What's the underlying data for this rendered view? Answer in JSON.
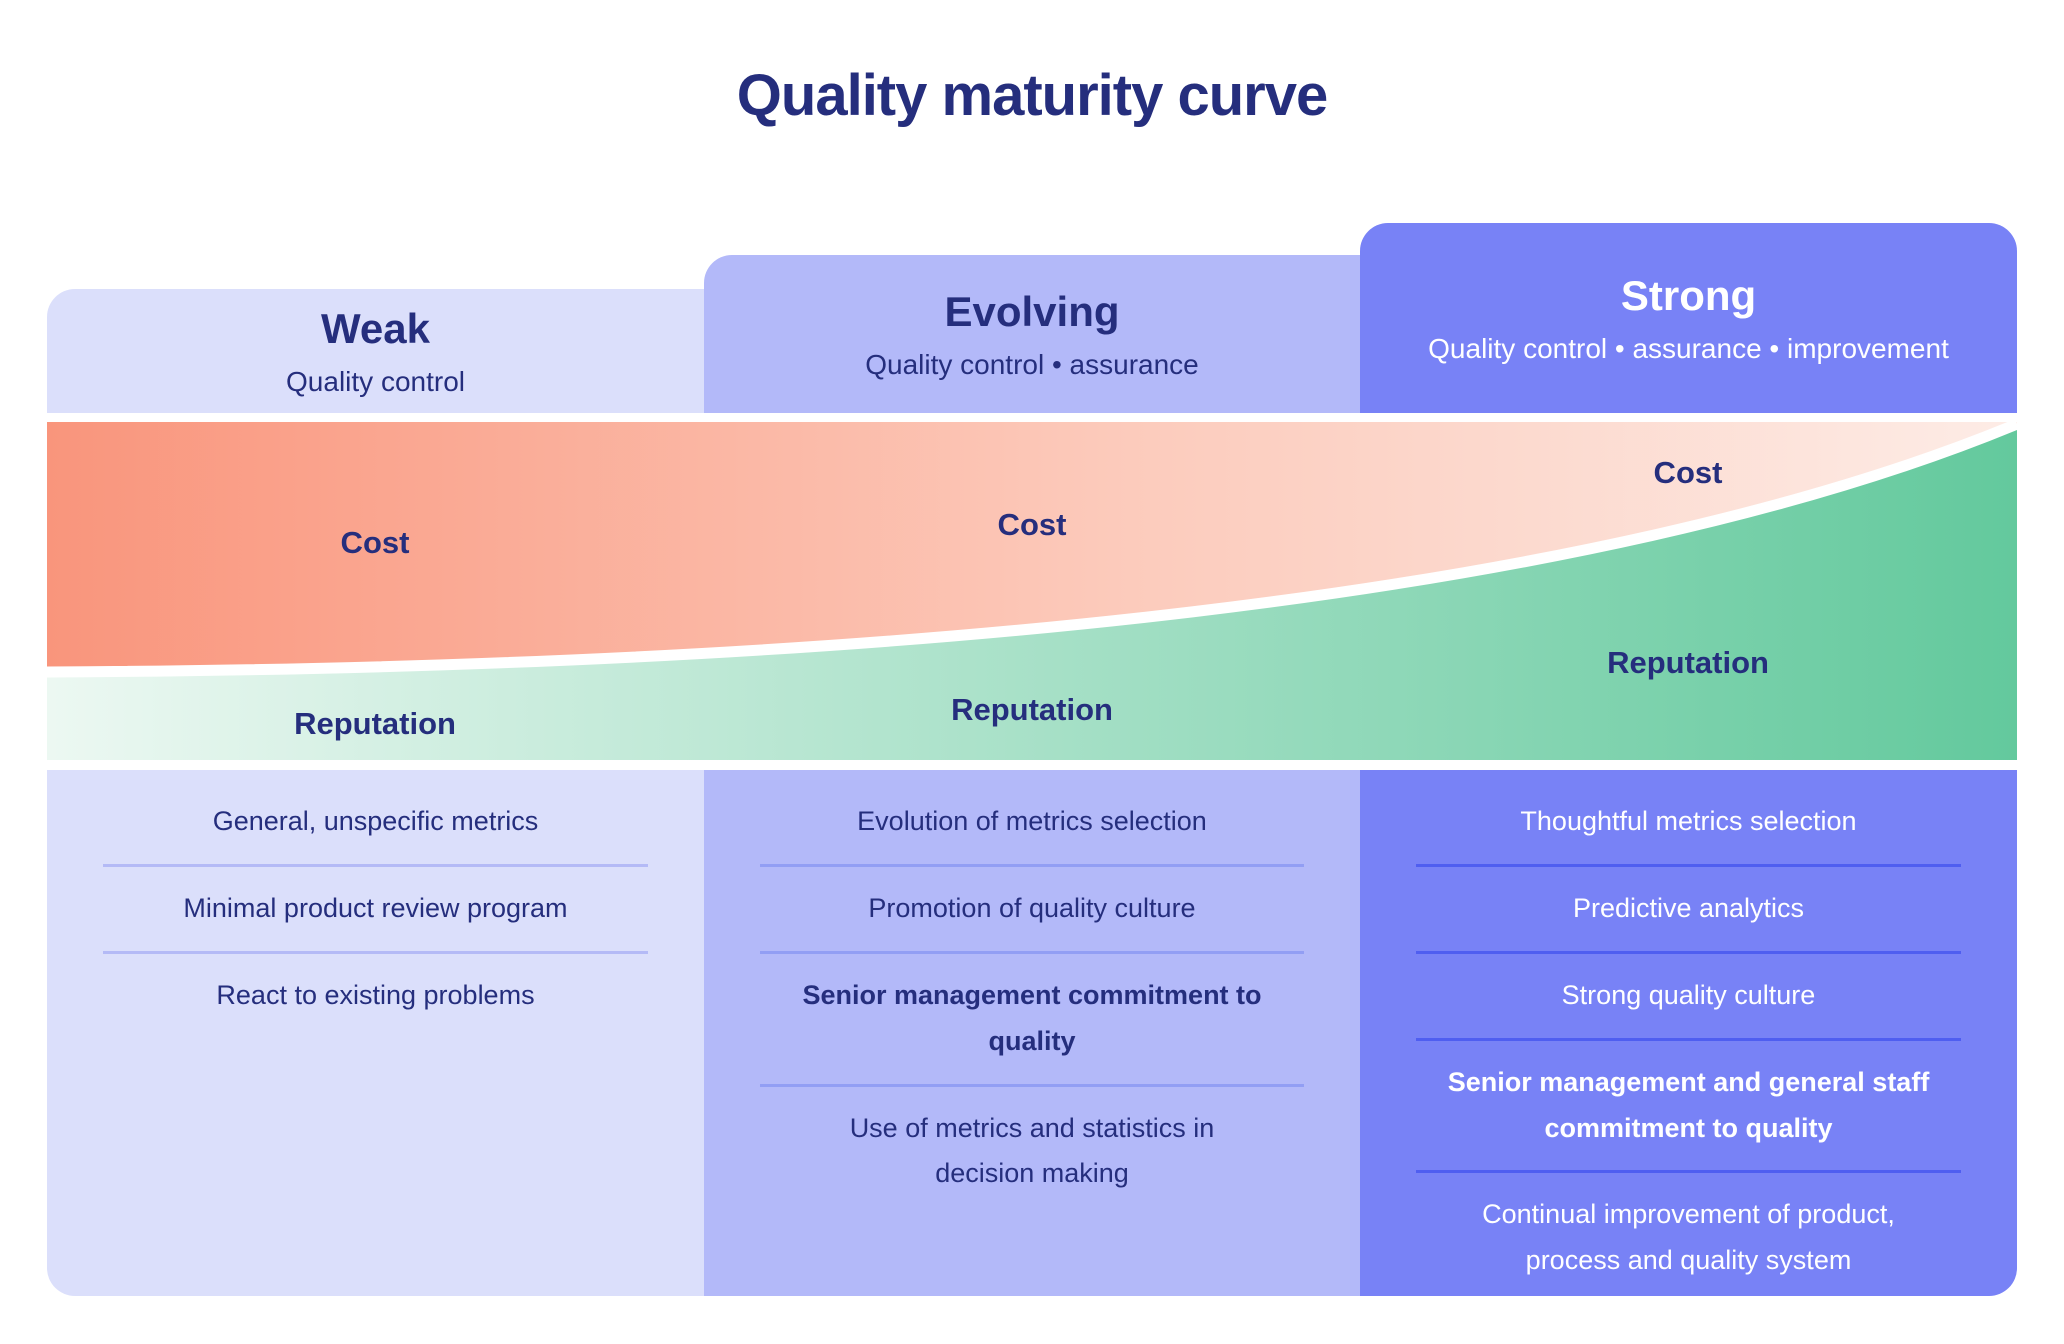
{
  "title": "Quality maturity curve",
  "band": {
    "cost_color_left": "#f9957c",
    "cost_color_right": "#fdece6",
    "reputation_color_left": "#ecf8f2",
    "reputation_color_right": "#63c99d",
    "curve_color": "#ffffff"
  },
  "colors": {
    "navy_text": "#252e7d",
    "weak_bg": "#dbdffb",
    "evolving_bg": "#b3b9f9",
    "strong_bg": "#7882f6",
    "weak_divider": "#b4baf6",
    "evolving_divider": "#929ef4",
    "strong_divider": "#4f5ef0",
    "strong_text": "#ffffff"
  },
  "columns": [
    {
      "id": "weak",
      "label": "Weak",
      "subtitle": "Quality control",
      "cost_label": "Cost",
      "reputation_label": "Reputation",
      "items": [
        {
          "text": "General, unspecific metrics",
          "bold": false
        },
        {
          "text": "Minimal product review program",
          "bold": false
        },
        {
          "text": "React to existing problems",
          "bold": false
        }
      ]
    },
    {
      "id": "evolving",
      "label": "Evolving",
      "subtitle": "Quality control • assurance",
      "cost_label": "Cost",
      "reputation_label": "Reputation",
      "items": [
        {
          "text": "Evolution of metrics selection",
          "bold": false
        },
        {
          "text": "Promotion of quality culture",
          "bold": false
        },
        {
          "text": "Senior management commitment to\nquality",
          "bold": true
        },
        {
          "text": "Use of metrics and statistics in\ndecision making",
          "bold": false
        }
      ]
    },
    {
      "id": "strong",
      "label": "Strong",
      "subtitle": "Quality control • assurance • improvement",
      "cost_label": "Cost",
      "reputation_label": "Reputation",
      "items": [
        {
          "text": "Thoughtful metrics selection",
          "bold": false
        },
        {
          "text": "Predictive analytics",
          "bold": false
        },
        {
          "text": "Strong quality culture",
          "bold": false
        },
        {
          "text": "Senior management and general staff\ncommitment to quality",
          "bold": true
        },
        {
          "text": "Continual improvement of product,\nprocess and quality system",
          "bold": false
        }
      ]
    }
  ]
}
